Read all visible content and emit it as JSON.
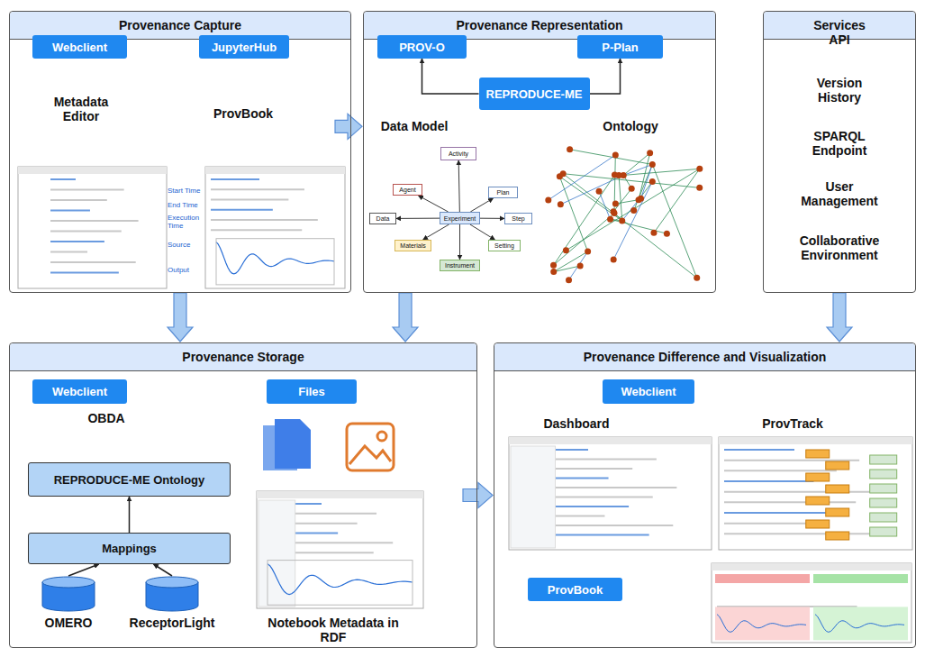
{
  "diagram": {
    "nodes": [
      {
        "text": [
          "Provenance Capture"
        ]
      },
      {
        "text": [
          "Webclient"
        ],
        "in": 0
      },
      {
        "text": [
          "JupyterHub"
        ],
        "in": 0
      },
      {
        "text": [
          "Provenance Representation"
        ]
      },
      {
        "text": [
          "PROV-O"
        ],
        "in": 3
      },
      {
        "text": [
          "P-Plan"
        ],
        "in": 3
      },
      {
        "text": [
          "REPRODUCE-ME"
        ],
        "in": 3
      },
      {
        "text": [
          "Activity"
        ],
        "in": 3
      },
      {
        "text": [
          "Agent"
        ],
        "in": 3
      },
      {
        "text": [
          "Plan"
        ],
        "in": 3
      },
      {
        "text": [
          "Data"
        ],
        "in": 3
      },
      {
        "text": [
          "Experiment"
        ],
        "in": 3
      },
      {
        "text": [
          "Step"
        ],
        "in": 3
      },
      {
        "text": [
          "Materials"
        ],
        "in": 3
      },
      {
        "text": [
          "Setting"
        ],
        "in": 3
      },
      {
        "text": [
          "Instrument"
        ],
        "in": 3
      },
      {
        "text": [
          "Services"
        ]
      },
      {
        "text": [
          "Provenance Storage"
        ]
      },
      {
        "text": [
          "Webclient"
        ],
        "in": 17
      },
      {
        "text": [
          "Files"
        ],
        "in": 17
      },
      {
        "text": [
          "REPRODUCE-ME Ontology"
        ],
        "in": 17
      },
      {
        "text": [
          "Mappings"
        ],
        "in": 17
      },
      {
        "text": [
          "OMERO"
        ],
        "in": 17
      },
      {
        "text": [
          "ReceptorLight"
        ],
        "in": 17
      },
      {
        "text": [
          "Provenance Difference and Visualization"
        ]
      },
      {
        "text": [
          "Webclient"
        ],
        "in": 24
      },
      {
        "text": [
          "ProvBook"
        ],
        "in": 24
      }
    ],
    "edges": [
      {
        "from": 0,
        "to": 3,
        "arrow": "to"
      },
      {
        "from": 0,
        "to": 17,
        "arrow": "to"
      },
      {
        "from": 3,
        "to": 17,
        "arrow": "to"
      },
      {
        "from": 16,
        "to": 24,
        "arrow": "to"
      },
      {
        "from": 17,
        "to": 24,
        "arrow": "to"
      },
      {
        "from": 6,
        "to": 4,
        "arrow": "to"
      },
      {
        "from": 6,
        "to": 5,
        "arrow": "to"
      },
      {
        "from": 11,
        "to": 7,
        "arrow": "to"
      },
      {
        "from": 11,
        "to": 8,
        "arrow": "to"
      },
      {
        "from": 11,
        "to": 9,
        "arrow": "to"
      },
      {
        "from": 11,
        "to": 10,
        "arrow": "to"
      },
      {
        "from": 11,
        "to": 12,
        "arrow": "to"
      },
      {
        "from": 11,
        "to": 13,
        "arrow": "to"
      },
      {
        "from": 11,
        "to": 14,
        "arrow": "to"
      },
      {
        "from": 11,
        "to": 15,
        "arrow": "to"
      },
      {
        "from": 21,
        "to": 20,
        "arrow": "to"
      },
      {
        "from": 22,
        "to": 21,
        "arrow": "to"
      },
      {
        "from": 23,
        "to": 21,
        "arrow": "to"
      }
    ],
    "labels": [
      "Metadata Editor",
      "ProvBook",
      "Start Time",
      "End Time",
      "Execution Time",
      "Source",
      "Output",
      "Data Model",
      "Ontology",
      "API",
      "Version History",
      "SPARQL Endpoint",
      "User Management",
      "Collaborative Environment",
      "OBDA",
      "Notebook Metadata in RDF",
      "Dashboard",
      "ProvTrack"
    ]
  }
}
